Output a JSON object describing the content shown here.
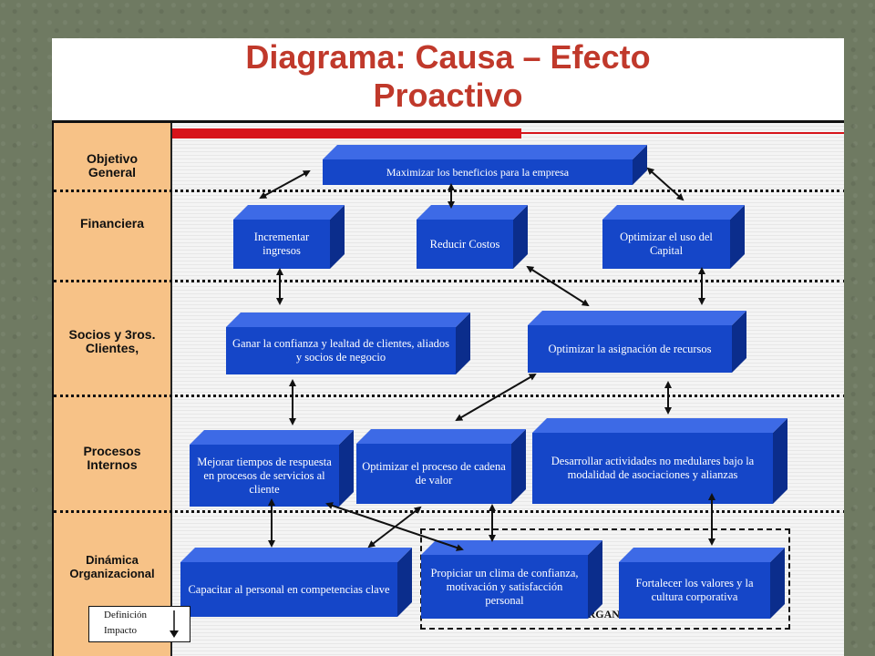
{
  "title": {
    "line1": "Diagrama: Causa – Efecto",
    "line2": "Proactivo"
  },
  "rows": [
    {
      "id": "objetivo",
      "label": "Objetivo\nGeneral"
    },
    {
      "id": "financiera",
      "label": "Financiera"
    },
    {
      "id": "socios",
      "label": "Socios y 3ros.\nClientes,"
    },
    {
      "id": "procesos",
      "label": "Procesos\nInternos"
    },
    {
      "id": "dinamica",
      "label": "Dinámica\nOrganizacional"
    }
  ],
  "boxes": {
    "maximizar": "Maximizar los beneficios para la empresa",
    "incrementar": "Incrementar ingresos",
    "reducir": "Reducir Costos",
    "optimizar_capital": "Optimizar el uso del Capital",
    "ganar_confianza": "Ganar la confianza y lealtad de clientes, aliados y socios de negocio",
    "optimizar_recursos": "Optimizar la asignación de recursos",
    "mejorar_tiempos": "Mejorar tiempos de respuesta en procesos de servicios al cliente",
    "optimizar_cadena": "Optimizar el proceso de cadena de valor",
    "desarrollar": "Desarrollar actividades no medulares bajo la modalidad de asociaciones y alianzas",
    "capacitar": "Capacitar al personal en competencias clave",
    "propiciar": "Propiciar un clima de confianza, motivación y satisfacción personal",
    "fortalecer": "Fortalecer los valores y la cultura corporativa"
  },
  "cultura_label": "CULTURA ORGANIZACIONAL",
  "legend": {
    "definicion": "Definición",
    "impacto": "Impacto"
  },
  "colors": {
    "title": "#c0392b",
    "box": "#1546c8",
    "left_column": "#f7c287",
    "red_bar": "#d7141b"
  }
}
